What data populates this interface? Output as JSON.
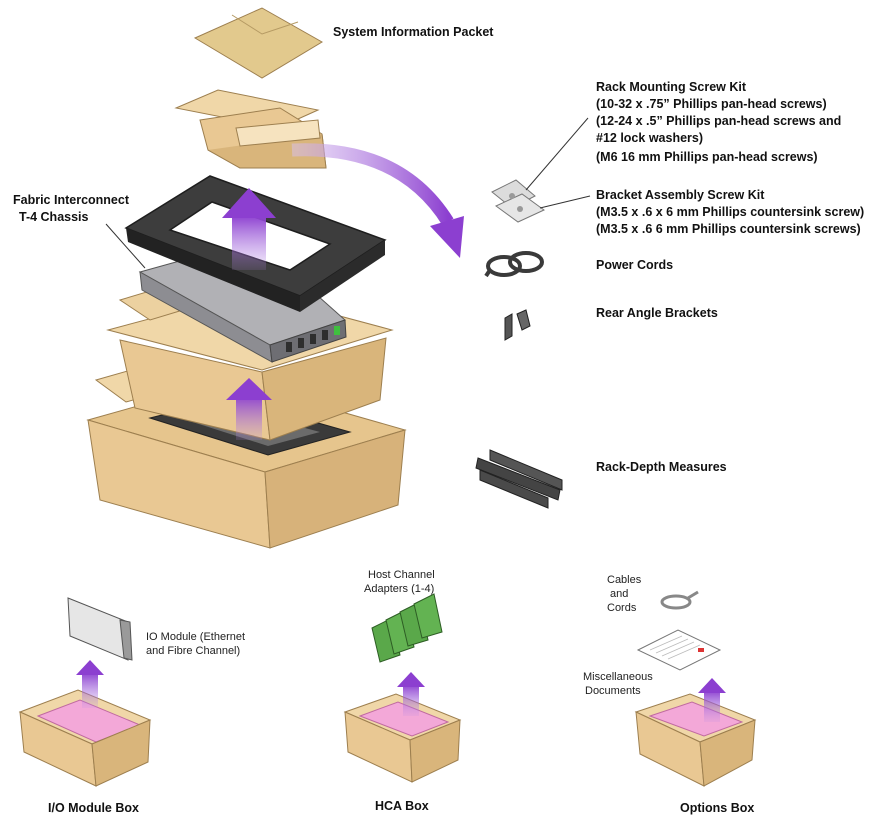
{
  "labels": {
    "system_info_packet": "System Information Packet",
    "fabric_line1": "Fabric Interconnect",
    "fabric_line2": "T-4 Chassis",
    "rack_screw_title": "Rack Mounting Screw Kit",
    "rack_screw_1": "(10-32 x .75” Phillips pan-head screws)",
    "rack_screw_2": "(12-24 x .5” Phillips pan-head screws and",
    "rack_screw_3": "#12 lock washers)",
    "rack_screw_4": "(M6 16 mm Phillips pan-head screws)",
    "bracket_title": "Bracket Assembly Screw Kit",
    "bracket_1": "(M3.5 x .6 x 6 mm Phillips countersink screw)",
    "bracket_2": "(M3.5 x .6 6 mm Phillips countersink screws)",
    "power_cords": "Power Cords",
    "rear_brackets": "Rear Angle Brackets",
    "rack_depth": "Rack-Depth Measures",
    "host_line1": "Host Channel",
    "host_line2": "Adapters (1-4)",
    "io_line1": "IO Module (Ethernet",
    "io_line2": "and Fibre Channel)",
    "cables_line1": "Cables",
    "cables_line2": "and",
    "cables_line3": "Cords",
    "misc_line1": "Miscellaneous",
    "misc_line2": "Documents",
    "io_box": "I/O Module Box",
    "hca_box": "HCA Box",
    "options_box": "Options Box"
  },
  "colors": {
    "cardboard": "#e9c893",
    "cardboard_dark": "#cfa86c",
    "cardboard_edge": "#9d7f4f",
    "arrow_purple": "#8c3fd0",
    "foam_pink": "#f3a8d8",
    "foam_dark": "#333333",
    "chassis": "#a7a7ab",
    "card_green": "#5aa84a"
  }
}
